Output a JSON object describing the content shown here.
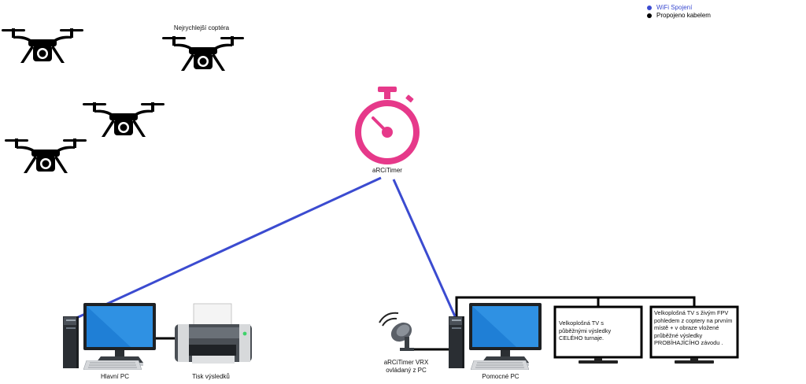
{
  "legend": {
    "wifi": {
      "label": "WiFi Spojení",
      "color": "#3b4bd0"
    },
    "cable": {
      "label": "Propojeno kabelem",
      "color": "#000000"
    }
  },
  "drones": {
    "fastest_label": "Nejrychlejší coptéra",
    "icon": "drone-icon"
  },
  "timer": {
    "label": "aRCiTimer",
    "color": "#e6398a",
    "icon": "stopwatch-icon"
  },
  "devices": {
    "main_pc": {
      "label": "Hlavní PC",
      "icon": "desktop-pc-icon"
    },
    "printer": {
      "label": "Tisk výsledků",
      "icon": "printer-icon"
    },
    "vrx": {
      "label": "aRCiTimer VRX\novládaný z PC",
      "icon": "satellite-dish-icon"
    },
    "aux_pc": {
      "label": "Pomocné PC",
      "icon": "desktop-pc-icon"
    },
    "tv1": {
      "text": "Velkoplošná TV s\npůběžnými výsledky\nCELÉHO turnaje."
    },
    "tv2": {
      "text": "Velkoplošná TV s živým FPV\npohledem z coptery na prvním\nmístě + v obraze vložené\nprůběžné výsledky\nPROBÍHAJÍCÍHO závodu ."
    }
  }
}
